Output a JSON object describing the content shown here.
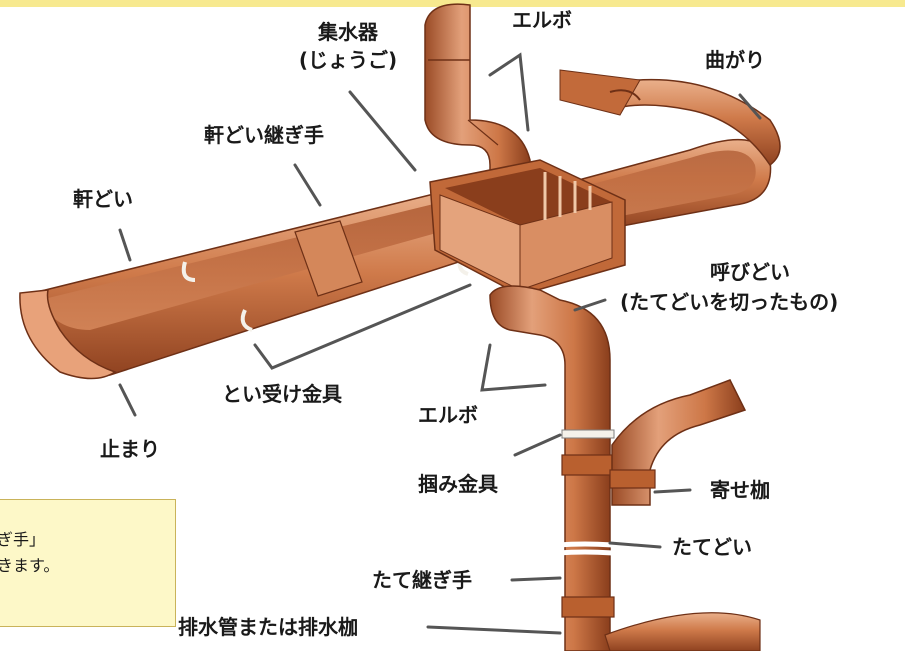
{
  "labels": {
    "collector_line1": "集水器",
    "collector_line2": "(じょうご)",
    "elbow_top": "エルボ",
    "bend": "曲がり",
    "eaves_joint": "軒どい継ぎ手",
    "eaves_gutter": "軒どい",
    "connector_line1": "呼びどい",
    "connector_line2": "(たてどいを切ったもの)",
    "brackets": "とい受け金具",
    "elbow_bottom": "エルボ",
    "stop_end": "止まり",
    "clamp": "掴み金具",
    "gather_basin": "寄せ枷",
    "downspout": "たてどい",
    "downspout_joint": "たて継ぎ手",
    "drain": "排水管または排水枷"
  },
  "note": {
    "line1": "ぎ手」",
    "line2": "きます。"
  },
  "colors": {
    "copper_base": "#c8703f",
    "copper_light": "#e9a37a",
    "copper_dark": "#8a3e1c",
    "note_bg": "#fdf8c8",
    "note_border": "#c9b35a",
    "top_strip": "#f7e98f"
  }
}
